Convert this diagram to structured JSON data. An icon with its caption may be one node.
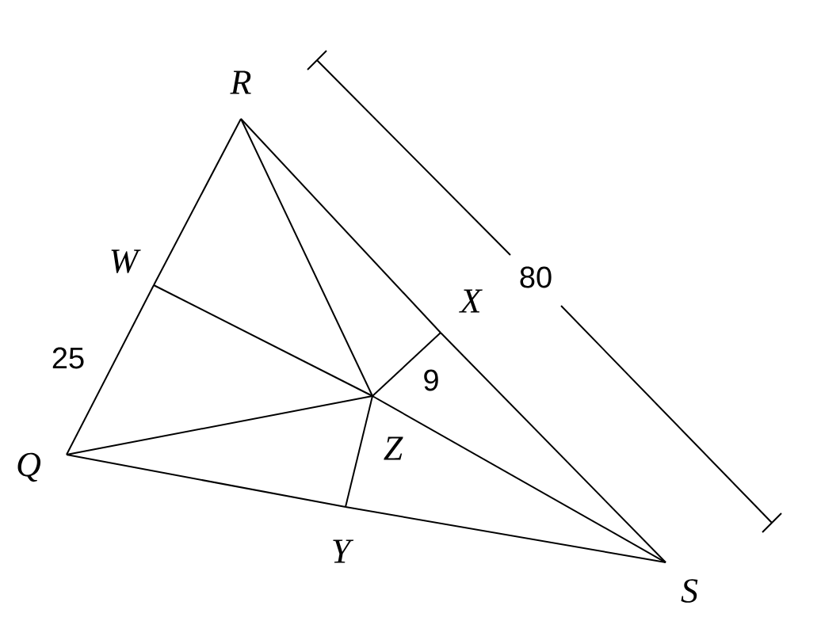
{
  "diagram": {
    "nodes": [
      {
        "text": [
          "R"
        ]
      },
      {
        "text": [
          "W"
        ]
      },
      {
        "text": [
          "Q"
        ]
      },
      {
        "text": [
          "X"
        ]
      },
      {
        "text": [
          "Z"
        ]
      },
      {
        "text": [
          "Y"
        ]
      },
      {
        "text": [
          "S"
        ]
      }
    ],
    "edges": [
      {
        "from": 0,
        "to": 1,
        "arrow": "none"
      },
      {
        "from": 1,
        "to": 2,
        "arrow": "none"
      },
      {
        "from": 2,
        "to": 5,
        "arrow": "none"
      },
      {
        "from": 5,
        "to": 6,
        "arrow": "none"
      },
      {
        "from": 0,
        "to": 3,
        "arrow": "none"
      },
      {
        "from": 3,
        "to": 6,
        "arrow": "none"
      },
      {
        "from": 1,
        "to": 4,
        "arrow": "none"
      },
      {
        "from": 4,
        "to": 6,
        "arrow": "none"
      },
      {
        "from": 0,
        "to": 4,
        "arrow": "none"
      },
      {
        "from": 2,
        "to": 4,
        "arrow": "none"
      },
      {
        "from": 4,
        "to": 3,
        "arrow": "none"
      },
      {
        "from": 4,
        "to": 5,
        "arrow": "none"
      }
    ],
    "labels": [
      "25",
      "9",
      "80"
    ]
  }
}
